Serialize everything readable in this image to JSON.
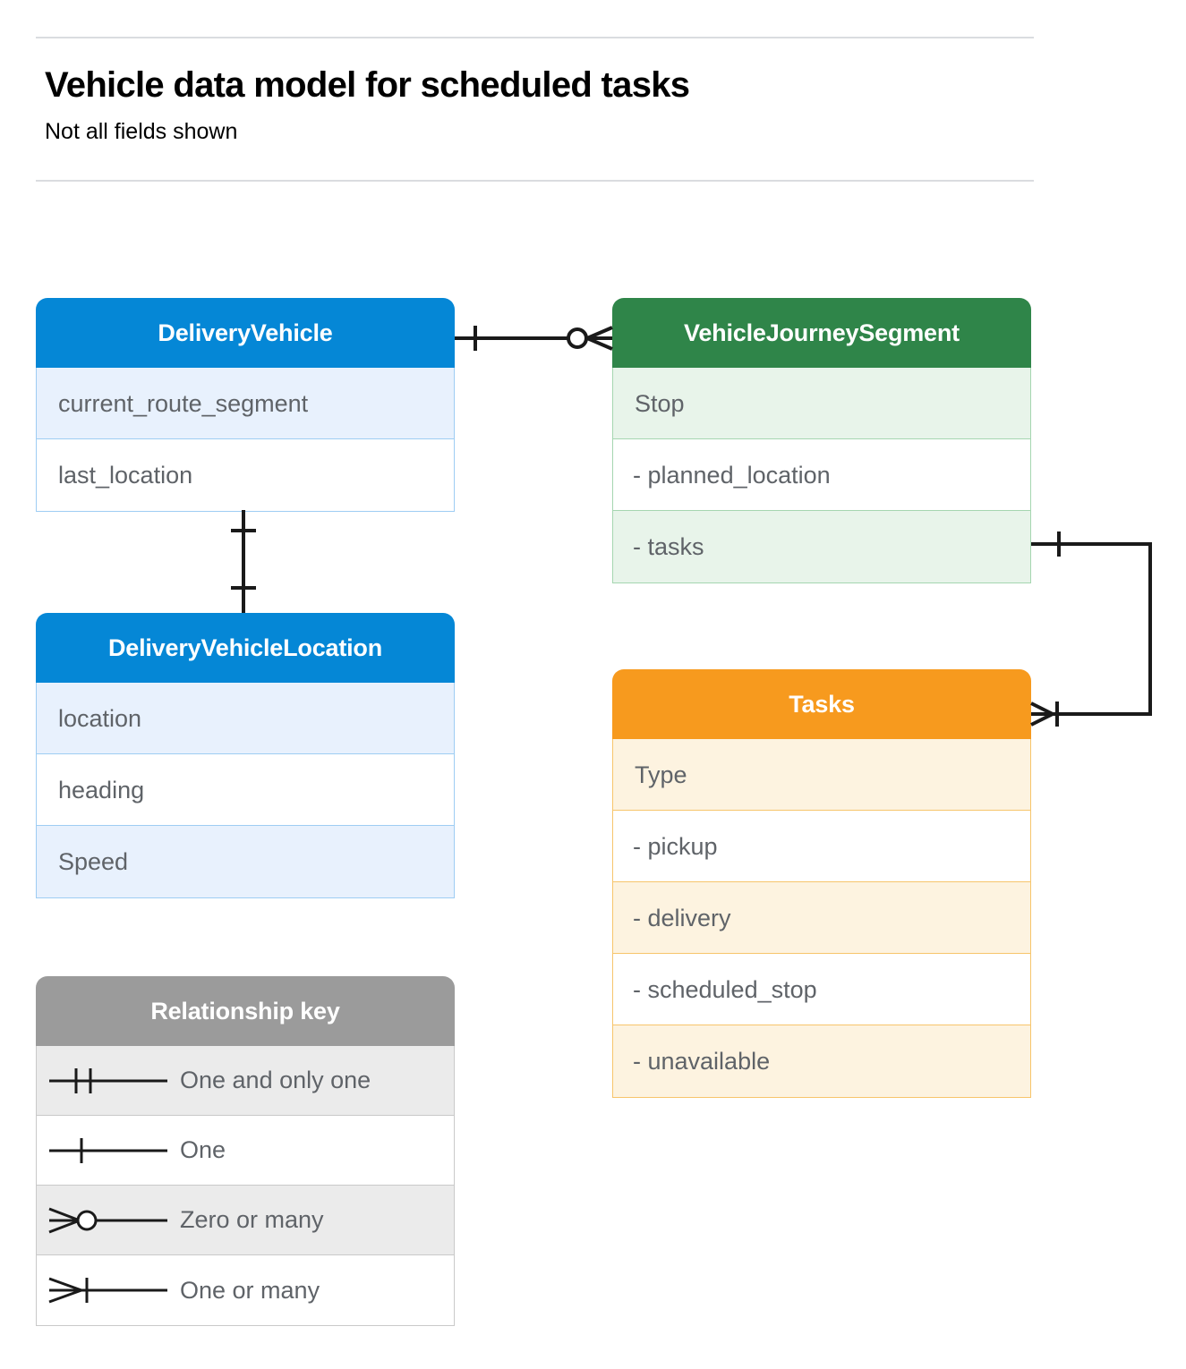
{
  "header": {
    "title": "Vehicle data model for scheduled tasks",
    "subtitle": "Not all fields shown"
  },
  "entities": {
    "delivery_vehicle": {
      "name": "DeliveryVehicle",
      "color": "#0587d6",
      "rows": [
        {
          "label": "current_route_segment"
        },
        {
          "label": "last_location"
        }
      ]
    },
    "delivery_vehicle_location": {
      "name": "DeliveryVehicleLocation",
      "color": "#0587d6",
      "rows": [
        {
          "label": "location"
        },
        {
          "label": "heading"
        },
        {
          "label": "Speed"
        }
      ]
    },
    "vehicle_journey_segment": {
      "name": "VehicleJourneySegment",
      "color": "#2f8549",
      "rows": [
        {
          "label": "Stop"
        },
        {
          "label": "-  planned_location"
        },
        {
          "label": "- tasks"
        }
      ]
    },
    "tasks": {
      "name": "Tasks",
      "color": "#f79a1e",
      "rows": [
        {
          "label": "Type"
        },
        {
          "label": "-  pickup"
        },
        {
          "label": "-  delivery"
        },
        {
          "label": "-  scheduled_stop"
        },
        {
          "label": "-  unavailable"
        }
      ]
    }
  },
  "legend": {
    "title": "Relationship key",
    "color": "#9b9b9b",
    "rows": [
      {
        "symbol": "one-and-only-one-symbol",
        "label": "One and only one"
      },
      {
        "symbol": "one-symbol",
        "label": "One"
      },
      {
        "symbol": "zero-or-many-symbol",
        "label": "Zero or many"
      },
      {
        "symbol": "one-or-many-symbol",
        "label": "One or many"
      }
    ]
  },
  "relationships": [
    {
      "from": "DeliveryVehicle",
      "to": "VehicleJourneySegment",
      "from_cardinality": "One",
      "to_cardinality": "Zero or many"
    },
    {
      "from": "DeliveryVehicle",
      "to": "DeliveryVehicleLocation",
      "from_cardinality": "One",
      "to_cardinality": "One"
    },
    {
      "from": "VehicleJourneySegment",
      "to": "Tasks",
      "from_cardinality": "One",
      "to_cardinality": "One or many"
    }
  ]
}
